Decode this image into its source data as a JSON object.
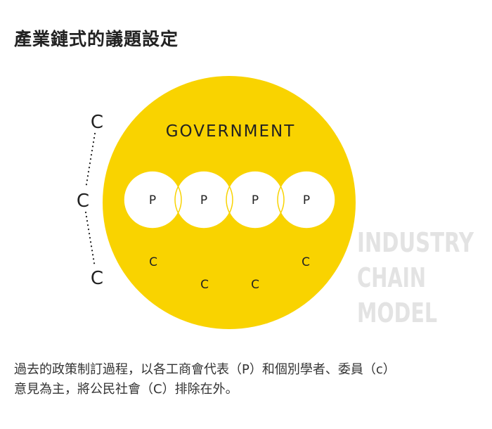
{
  "title": "產業鏈式的議題設定",
  "government_label": "GOVERNMENT",
  "p_labels": [
    "P",
    "P",
    "P",
    "P"
  ],
  "c_inner_labels": [
    "C",
    "C",
    "C",
    "C"
  ],
  "c_outer_labels": [
    "C",
    "C",
    "C"
  ],
  "watermark": [
    "INDUSTRY",
    "CHAIN",
    "MODEL"
  ],
  "caption_lines": [
    "過去的政策制訂過程，以各工商會代表（P）和個別學者、委員（c）",
    "意見為主，將公民社會（C）排除在外。"
  ],
  "colors": {
    "circle_fill": "#f9d300",
    "p_circle_fill": "#ffffff",
    "text": "#222222",
    "watermark": "#e3e3e3",
    "dots": "#222222"
  }
}
